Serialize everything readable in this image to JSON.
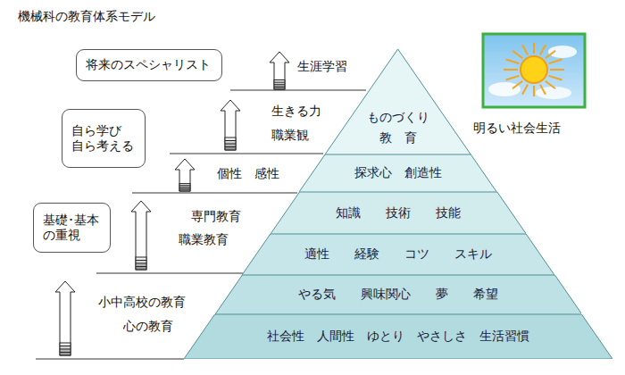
{
  "diagram": {
    "title": "機械科の教育体系モデル",
    "nodes": [
      {
        "text": [
          "将来のスペシャリスト"
        ]
      },
      {
        "text": [
          "自ら学び",
          "自ら考える"
        ]
      },
      {
        "text": [
          "基礎･基本",
          "の重視"
        ]
      },
      {
        "text": [
          "ものづくり",
          "教　育"
        ]
      },
      {
        "text": [
          "探求心　創造性"
        ]
      },
      {
        "text": [
          "知識　　技術　　技能"
        ]
      },
      {
        "text": [
          "適性　　経験　　コツ　　スキル"
        ]
      },
      {
        "text": [
          "やる気　　興味関心　　夢　　希望"
        ]
      },
      {
        "text": [
          "社会性　人間性　ゆとり　やさしさ　生活習慣"
        ]
      }
    ],
    "labels": [
      "生涯学習",
      "生きる力",
      "職業観",
      "個性　感性",
      "専門教育",
      "職業教育",
      "小中高校の教育",
      "心の教育",
      "明るい社会生活"
    ]
  }
}
